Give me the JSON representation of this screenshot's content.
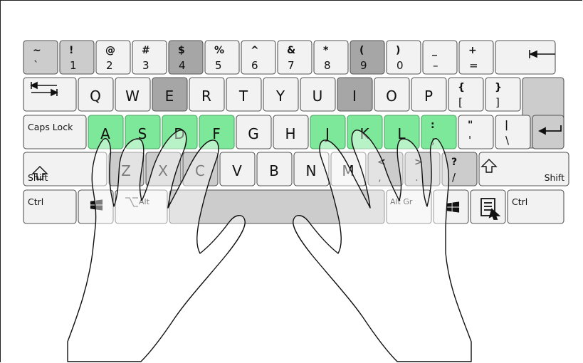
{
  "colors": {
    "light": "#f2f2f2",
    "gray": "#cccccc",
    "dark": "#a6a6a6",
    "home": "#7ee89a",
    "home_stroke": "#4fa565",
    "key_stroke": "#555555",
    "hand_fill": "#ffffff",
    "hand_opacity": 0.45,
    "hand_stroke": "#111111"
  },
  "keyboard": {
    "row1": [
      {
        "name": "key-tilde",
        "top": "~",
        "bottom": "`",
        "shade": "gray"
      },
      {
        "name": "key-1",
        "top": "!",
        "bottom": "1",
        "shade": "gray"
      },
      {
        "name": "key-2",
        "top": "@",
        "bottom": "2",
        "shade": "light"
      },
      {
        "name": "key-3",
        "top": "#",
        "bottom": "3",
        "shade": "light"
      },
      {
        "name": "key-4",
        "top": "$",
        "bottom": "4",
        "shade": "dark"
      },
      {
        "name": "key-5",
        "top": "%",
        "bottom": "5",
        "shade": "light"
      },
      {
        "name": "key-6",
        "top": "^",
        "bottom": "6",
        "shade": "light"
      },
      {
        "name": "key-7",
        "top": "&",
        "bottom": "7",
        "shade": "light"
      },
      {
        "name": "key-8",
        "top": "*",
        "bottom": "8",
        "shade": "light"
      },
      {
        "name": "key-9",
        "top": "(",
        "bottom": "9",
        "shade": "dark"
      },
      {
        "name": "key-0",
        "top": ")",
        "bottom": "0",
        "shade": "light"
      },
      {
        "name": "key-minus",
        "top": "_",
        "bottom": "–",
        "shade": "light"
      },
      {
        "name": "key-equals",
        "top": "+",
        "bottom": "=",
        "shade": "light"
      },
      {
        "name": "key-backspace",
        "label": "|⟵",
        "shade": "light"
      }
    ],
    "row2": [
      {
        "name": "key-tab",
        "label": "⭾",
        "shade": "light"
      },
      {
        "name": "key-q",
        "label": "Q",
        "shade": "light"
      },
      {
        "name": "key-w",
        "label": "W",
        "shade": "light"
      },
      {
        "name": "key-e",
        "label": "E",
        "shade": "dark"
      },
      {
        "name": "key-r",
        "label": "R",
        "shade": "light"
      },
      {
        "name": "key-t",
        "label": "T",
        "shade": "light"
      },
      {
        "name": "key-y",
        "label": "Y",
        "shade": "light"
      },
      {
        "name": "key-u",
        "label": "U",
        "shade": "light"
      },
      {
        "name": "key-i",
        "label": "I",
        "shade": "dark"
      },
      {
        "name": "key-o",
        "label": "O",
        "shade": "light"
      },
      {
        "name": "key-p",
        "label": "P",
        "shade": "light"
      },
      {
        "name": "key-lbracket",
        "top": "{",
        "bottom": "[",
        "shade": "light"
      },
      {
        "name": "key-rbracket",
        "top": "}",
        "bottom": "]",
        "shade": "light"
      },
      {
        "name": "key-enter",
        "label": "",
        "shade": "gray"
      }
    ],
    "row3": [
      {
        "name": "key-caps-lock",
        "label": "Caps Lock",
        "shade": "light"
      },
      {
        "name": "key-a",
        "label": "A",
        "shade": "home"
      },
      {
        "name": "key-s",
        "label": "S",
        "shade": "home"
      },
      {
        "name": "key-d",
        "label": "D",
        "shade": "home"
      },
      {
        "name": "key-f",
        "label": "F",
        "shade": "home"
      },
      {
        "name": "key-g",
        "label": "G",
        "shade": "light"
      },
      {
        "name": "key-h",
        "label": "H",
        "shade": "light"
      },
      {
        "name": "key-j",
        "label": "J",
        "shade": "home"
      },
      {
        "name": "key-k",
        "label": "K",
        "shade": "home"
      },
      {
        "name": "key-l",
        "label": "L",
        "shade": "home"
      },
      {
        "name": "key-semicolon",
        "top": ":",
        "bottom": ";",
        "shade": "home"
      },
      {
        "name": "key-quote",
        "top": "\"",
        "bottom": "'",
        "shade": "light"
      },
      {
        "name": "key-backslash",
        "top": "|",
        "bottom": "\\",
        "shade": "light"
      },
      {
        "name": "key-enter-arrow",
        "label": "↵",
        "shade": "gray"
      }
    ],
    "row4": [
      {
        "name": "key-shift-left",
        "label": "Shift",
        "shade": "light"
      },
      {
        "name": "key-z",
        "label": "Z",
        "shade": "gray"
      },
      {
        "name": "key-x",
        "label": "X",
        "shade": "gray"
      },
      {
        "name": "key-c",
        "label": "C",
        "shade": "gray"
      },
      {
        "name": "key-v",
        "label": "V",
        "shade": "light"
      },
      {
        "name": "key-b",
        "label": "B",
        "shade": "light"
      },
      {
        "name": "key-n",
        "label": "N",
        "shade": "light"
      },
      {
        "name": "key-m",
        "label": "M",
        "shade": "light"
      },
      {
        "name": "key-comma",
        "top": "<",
        "bottom": ",",
        "shade": "gray"
      },
      {
        "name": "key-period",
        "top": ">",
        "bottom": ".",
        "shade": "gray"
      },
      {
        "name": "key-slash",
        "top": "?",
        "bottom": "/",
        "shade": "gray"
      },
      {
        "name": "key-shift-right",
        "label": "Shift",
        "shade": "light"
      }
    ],
    "row5": [
      {
        "name": "key-ctrl-left",
        "label": "Ctrl",
        "shade": "light"
      },
      {
        "name": "key-win-left",
        "label": "",
        "shade": "light"
      },
      {
        "name": "key-alt",
        "label": "Alt",
        "shade": "light"
      },
      {
        "name": "key-space",
        "label": "",
        "shade": "gray"
      },
      {
        "name": "key-altgr",
        "label": "Alt Gr",
        "shade": "light"
      },
      {
        "name": "key-win-right",
        "label": "",
        "shade": "light"
      },
      {
        "name": "key-menu",
        "label": "",
        "shade": "light"
      },
      {
        "name": "key-ctrl-right",
        "label": "Ctrl",
        "shade": "light"
      }
    ]
  }
}
